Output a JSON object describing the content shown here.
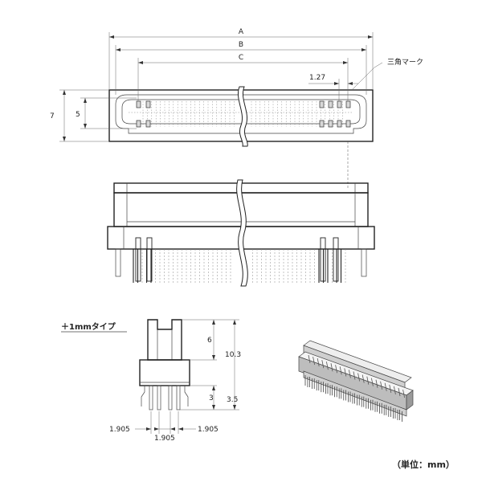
{
  "dimensions": {
    "a": "A",
    "b": "B",
    "c": "C",
    "pitch": "1.27",
    "height_outer": "7",
    "height_inner": "5",
    "pin_6": "6",
    "pin_10_3": "10.3",
    "pin_3": "3",
    "pin_3_5": "3.5",
    "pin_pitch_left": "1.905",
    "pin_pitch_mid": "1.905",
    "pin_pitch_right": "1.905"
  },
  "labels": {
    "triangle_mark": "三角マーク",
    "plus_1mm_type": "＋1mmタイプ",
    "unit_note": "（単位：mm）"
  }
}
